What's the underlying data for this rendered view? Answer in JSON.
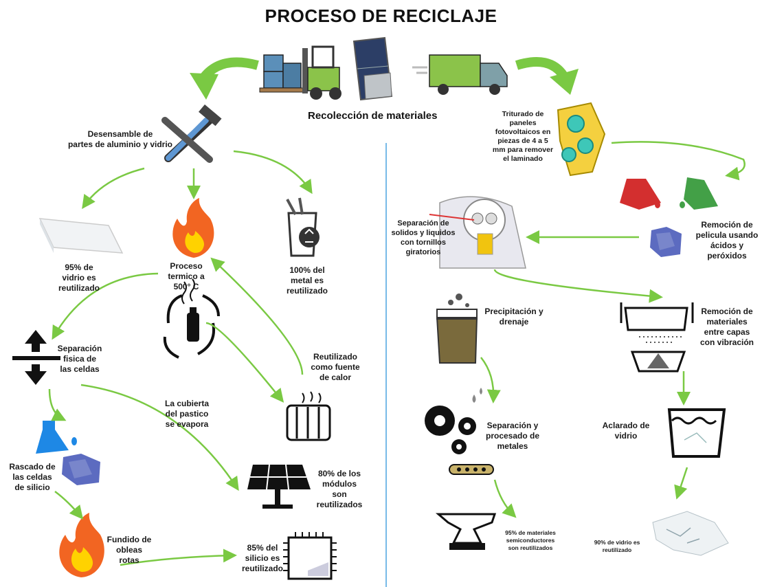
{
  "title": "PROCESO DE RECICLAJE",
  "collection": "Recolección de materiales",
  "left": {
    "disassembly": "Desensamble de\npartes de aluminio y vidrio",
    "glass_reuse": "95% de\nvidrio es\nreutilizado",
    "thermal": "Proceso\ntermico a\n500° C",
    "metal_reuse": "100% del\nmetal es\nreutilizado",
    "separation": "Separación\nfisica de\nlas celdas",
    "heat_reuse": "Reutilizado\ncomo fuente\nde calor",
    "plastic": "La cubierta\ndel pastico\nse evapora",
    "scraping": "Rascado de\nlas celdas\nde silicio",
    "modules_reuse": "80% de los\nmódulos\nson\nreutilizados",
    "melting": "Fundido de\nobleas\nrotas",
    "silicon_reuse": "85% del\nsilicio es\nreutilizado"
  },
  "right": {
    "shredding": "Triturado de\npaneles\nfotovoltaicos en\npiezas de 4 a 5\nmm para remover\nel laminado",
    "film_removal": "Remoción de\npelicula usando\nácidos y\nperóxidos",
    "solid_liquid": "Separación de\nsolidos y liquidos\ncon tornillos\ngiratorios",
    "precipitation": "Precipitación y\ndrenaje",
    "layer_removal": "Remoción de\nmateriales\nentre capas\ncon vibración",
    "metal_processing": "Separación y\nprocesado de\nmetales",
    "glass_rinse": "Aclarado de\nvidrio",
    "semiconductor_reuse": "95% de materiales\nsemiconductores\nson reutilizados",
    "glass_reuse": "90% de vidrio es\nreutilizado"
  },
  "colors": {
    "arrow": "#7ac943",
    "arrow_dark": "#4caf2a",
    "divider": "#4aa3df",
    "flame_outer": "#f26522",
    "flame_inner": "#ffd200",
    "flask_blue": "#1e88e5",
    "acid_red": "#d32f2f",
    "acid_green": "#43a047"
  }
}
